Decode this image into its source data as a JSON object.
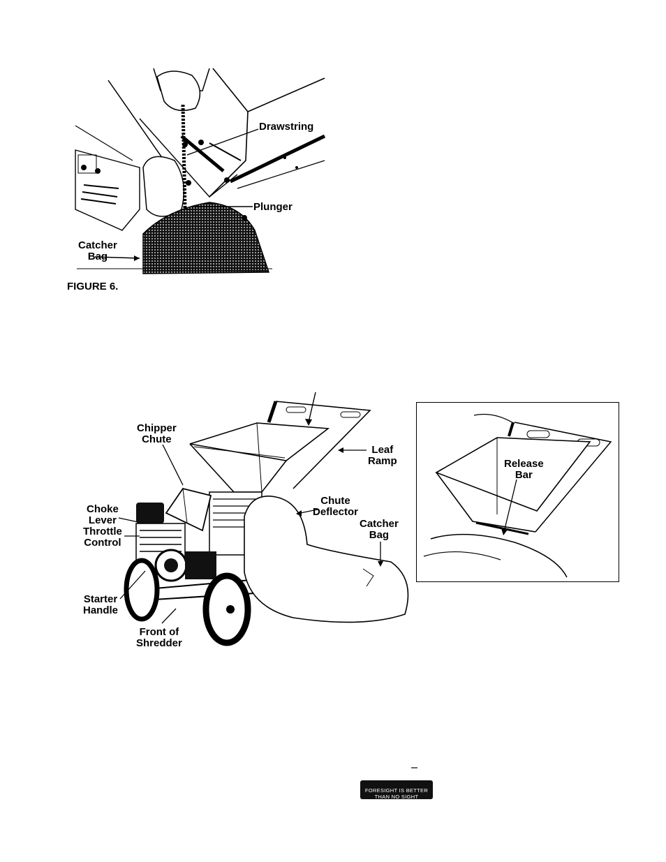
{
  "figure6": {
    "caption": "FIGURE 6.",
    "labels": {
      "drawstring": "Drawstring",
      "plunger": "Plunger",
      "catcher_bag_1": "Catcher",
      "catcher_bag_2": "Bag"
    }
  },
  "figure7": {
    "labels": {
      "chipper_chute_1": "Chipper",
      "chipper_chute_2": "Chute",
      "leaf_ramp_1": "Leaf",
      "leaf_ramp_2": "Ramp",
      "chute_deflector_1": "Chute",
      "chute_deflector_2": "Deflector",
      "catcher_bag_1": "Catcher",
      "catcher_bag_2": "Bag",
      "choke_lever_1": "Choke",
      "choke_lever_2": "Lever",
      "throttle_control_1": "Throttle",
      "throttle_control_2": "Control",
      "starter_handle_1": "Starter",
      "starter_handle_2": "Handle",
      "front_shredder_1": "Front of",
      "front_shredder_2": "Shredder"
    }
  },
  "inset": {
    "labels": {
      "release_bar_1": "Release",
      "release_bar_2": "Bar"
    }
  },
  "badge": {
    "line1": "FORESIGHT IS BETTER",
    "line2": "THAN NO SIGHT"
  }
}
